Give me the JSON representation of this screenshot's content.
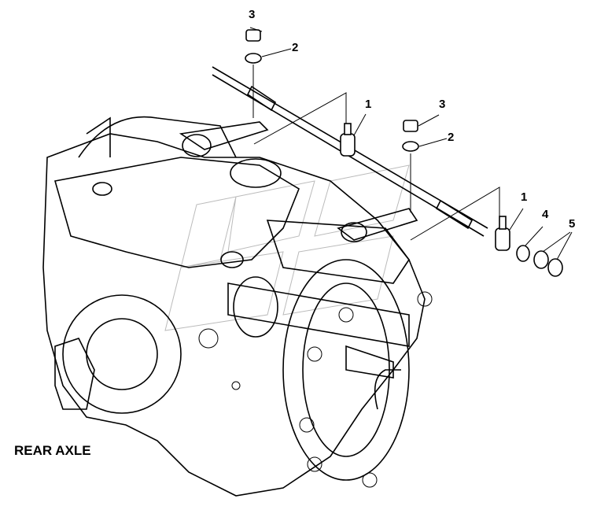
{
  "diagram": {
    "title": "REAR AXLE",
    "callouts": [
      "3",
      "2",
      "1",
      "3",
      "2",
      "1",
      "4",
      "5"
    ]
  }
}
